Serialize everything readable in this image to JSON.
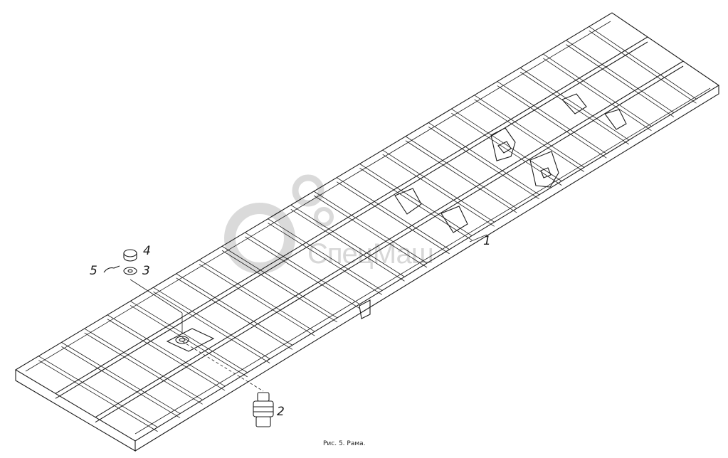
{
  "figure": {
    "caption": "Рис. 5. Рама."
  },
  "callouts": [
    {
      "id": "1",
      "label": "1"
    },
    {
      "id": "2",
      "label": "2"
    },
    {
      "id": "3",
      "label": "3"
    },
    {
      "id": "4",
      "label": "4"
    },
    {
      "id": "5",
      "label": "5"
    }
  ],
  "watermark": {
    "text": "СпецМаш",
    "icon": "gear-icon"
  }
}
